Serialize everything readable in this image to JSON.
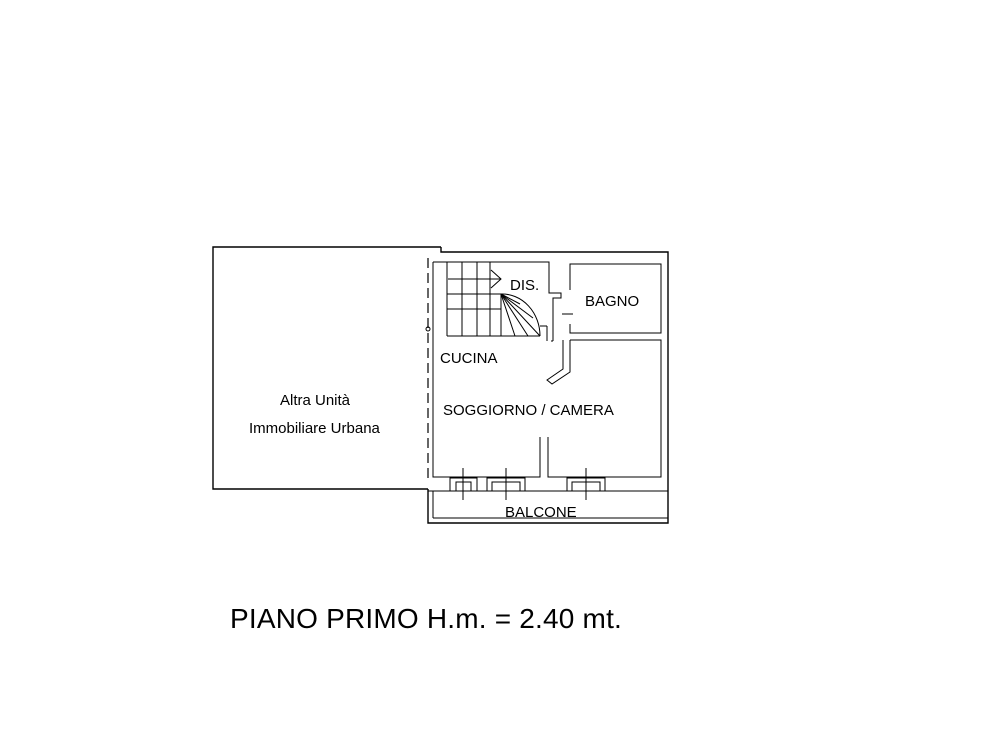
{
  "labels": {
    "other_unit_line1": "Altra Unità",
    "other_unit_line2": "Immobiliare Urbana",
    "dis": "DIS.",
    "bagno": "BAGNO",
    "cucina": "CUCINA",
    "soggiorno": "SOGGIORNO / CAMERA",
    "balcone": "BALCONE"
  },
  "title": "PIANO PRIMO H.m. = 2.40 mt."
}
